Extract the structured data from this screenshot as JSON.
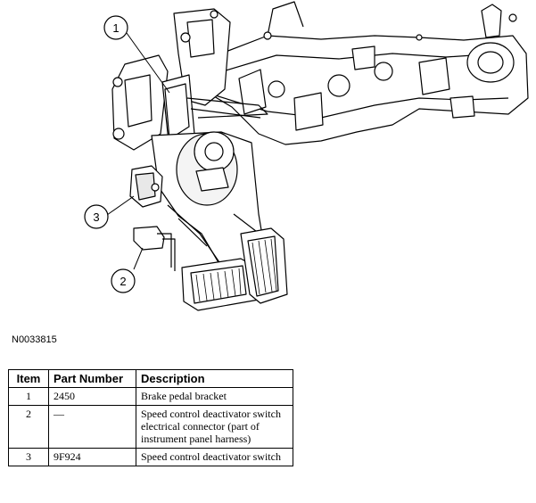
{
  "figure": {
    "callouts": [
      "1",
      "2",
      "3"
    ],
    "figure_id": "N0033815"
  },
  "table": {
    "headers": {
      "item": "Item",
      "part_number": "Part Number",
      "description": "Description"
    },
    "rows": [
      {
        "item": "1",
        "part_number": "2450",
        "description": "Brake pedal bracket"
      },
      {
        "item": "2",
        "part_number": "—",
        "description": "Speed control deactivator switch electrical connector (part of instrument panel harness)"
      },
      {
        "item": "3",
        "part_number": "9F924",
        "description": "Speed control deactivator switch"
      }
    ]
  }
}
